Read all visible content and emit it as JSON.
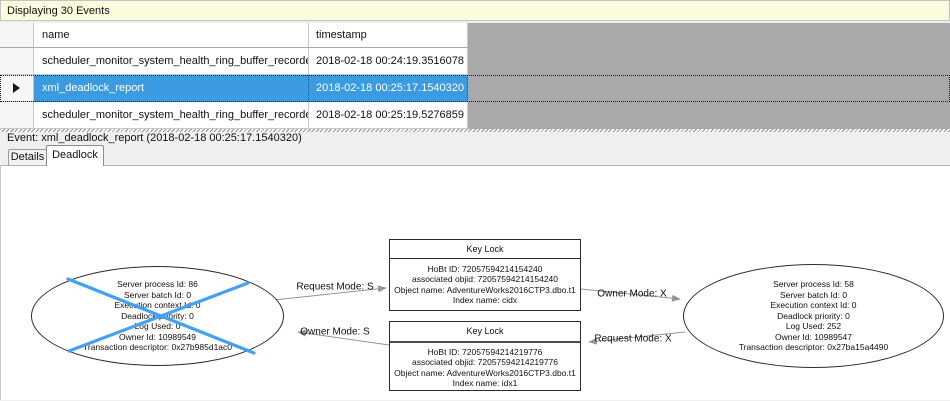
{
  "info_bar": {
    "title": "Displaying 30 Events"
  },
  "grid": {
    "columns": [
      "name",
      "timestamp"
    ],
    "rows": [
      {
        "name": "scheduler_monitor_system_health_ring_buffer_recorded",
        "timestamp": "2018-02-18 00:24:19.3516078",
        "selected": false
      },
      {
        "name": "xml_deadlock_report",
        "timestamp": "2018-02-18 00:25:17.1540320",
        "selected": true
      },
      {
        "name": "scheduler_monitor_system_health_ring_buffer_recorded",
        "timestamp": "2018-02-18 00:25:19.5276859",
        "selected": false
      }
    ]
  },
  "event_summary": "Event: xml_deadlock_report (2018-02-18 00:25:17.1540320)",
  "tabs": [
    {
      "label": "Details",
      "active": false
    },
    {
      "label": "Deadlock",
      "active": true
    }
  ],
  "graph": {
    "processes": [
      {
        "victim": true,
        "lines": [
          "Server process Id: 86",
          "Server batch Id: 0",
          "Execution context Id: 0",
          "Deadlock priority: 0",
          "Log Used: 0",
          "Owner Id: 10989549",
          "Transaction descriptor: 0x27b985d1ac0"
        ]
      },
      {
        "victim": false,
        "lines": [
          "Server process Id: 58",
          "Server batch Id: 0",
          "Execution context Id: 0",
          "Deadlock priority: 0",
          "Log Used: 252",
          "Owner Id: 10989547",
          "Transaction descriptor: 0x27ba15a4490"
        ]
      }
    ],
    "resources": [
      {
        "title": "Key Lock",
        "lines": [
          "HoBt ID: 72057594214154240",
          "associated objid: 72057594214154240",
          "Object name: AdventureWorks2016CTP3.dbo.t1",
          "Index name: cidx"
        ]
      },
      {
        "title": "Key Lock",
        "lines": [
          "HoBt ID: 72057594214219776",
          "associated objid: 72057594214219776",
          "Object name: AdventureWorks2016CTP3.dbo.t1",
          "Index name: idx1"
        ]
      }
    ],
    "edges": [
      {
        "label": "Request Mode: S"
      },
      {
        "label": "Owner Mode: S"
      },
      {
        "label": "Owner Mode: X"
      },
      {
        "label": "Request Mode: X"
      }
    ]
  },
  "colors": {
    "selection": "#3A9BE1",
    "cross": "#42A1F2",
    "edge": "#969696",
    "infobar_bg": "#FBFBDE",
    "empty_area": "#A9A9A9"
  }
}
